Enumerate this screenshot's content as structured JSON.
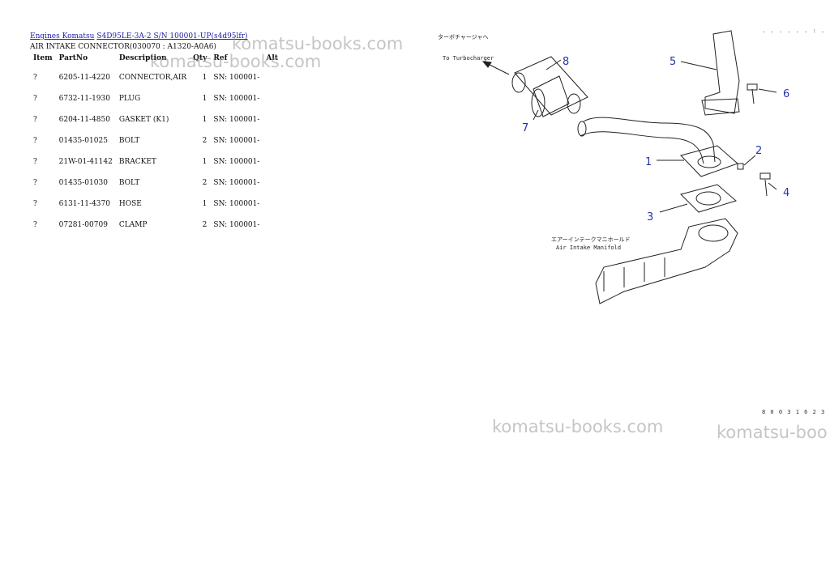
{
  "breadcrumb": {
    "link1": "Engines Komatsu",
    "link2": "S4D95LE-3A-2 S/N 100001-UP(s4d95lfr)"
  },
  "subtitle": "AIR INTAKE CONNECTOR(030070 : A1320-A0A6)",
  "table": {
    "headers": [
      "Item",
      "PartNo",
      "Description",
      "Qty",
      "Ref",
      "Alt"
    ],
    "rows": [
      {
        "item": "?",
        "part": "6205-11-4220",
        "desc": "CONNECTOR,AIR",
        "qty": "1",
        "ref": "SN: 100001-",
        "alt": ""
      },
      {
        "item": "?",
        "part": "6732-11-1930",
        "desc": "PLUG",
        "qty": "1",
        "ref": "SN: 100001-",
        "alt": ""
      },
      {
        "item": "?",
        "part": "6204-11-4850",
        "desc": "GASKET (K1)",
        "qty": "1",
        "ref": "SN: 100001-",
        "alt": ""
      },
      {
        "item": "?",
        "part": "01435-01025",
        "desc": "BOLT",
        "qty": "2",
        "ref": "SN: 100001-",
        "alt": ""
      },
      {
        "item": "?",
        "part": "21W-01-41142",
        "desc": "BRACKET",
        "qty": "1",
        "ref": "SN: 100001-",
        "alt": ""
      },
      {
        "item": "?",
        "part": "01435-01030",
        "desc": "BOLT",
        "qty": "2",
        "ref": "SN: 100001-",
        "alt": ""
      },
      {
        "item": "?",
        "part": "6131-11-4370",
        "desc": "HOSE",
        "qty": "1",
        "ref": "SN: 100001-",
        "alt": ""
      },
      {
        "item": "?",
        "part": "07281-00709",
        "desc": "CLAMP",
        "qty": "2",
        "ref": "SN: 100001-",
        "alt": ""
      }
    ]
  },
  "watermarks": {
    "w1": "komatsu-books.com",
    "w2": "komatsu-books.com",
    "w3": "komatsu-books.com",
    "w4": "komatsu-boo"
  },
  "diagram": {
    "labels": {
      "l1": "1",
      "l2": "2",
      "l3": "3",
      "l4": "4",
      "l5": "5",
      "l6": "6",
      "l7": "7",
      "l8": "8"
    },
    "jp_turbo": "ターボチャージャへ",
    "turbo_text": "To Turbocharger",
    "jp_manifold": "エアーインテークマニホールド",
    "manifold_text": "Air Intake Manifold",
    "drawing_code": "8 0 0 3 1 6 2 3",
    "top_code": ". . . . . . : ."
  },
  "colors": {
    "link": "#1a1aa6",
    "label": "#2233aa",
    "watermark": "#969696"
  }
}
